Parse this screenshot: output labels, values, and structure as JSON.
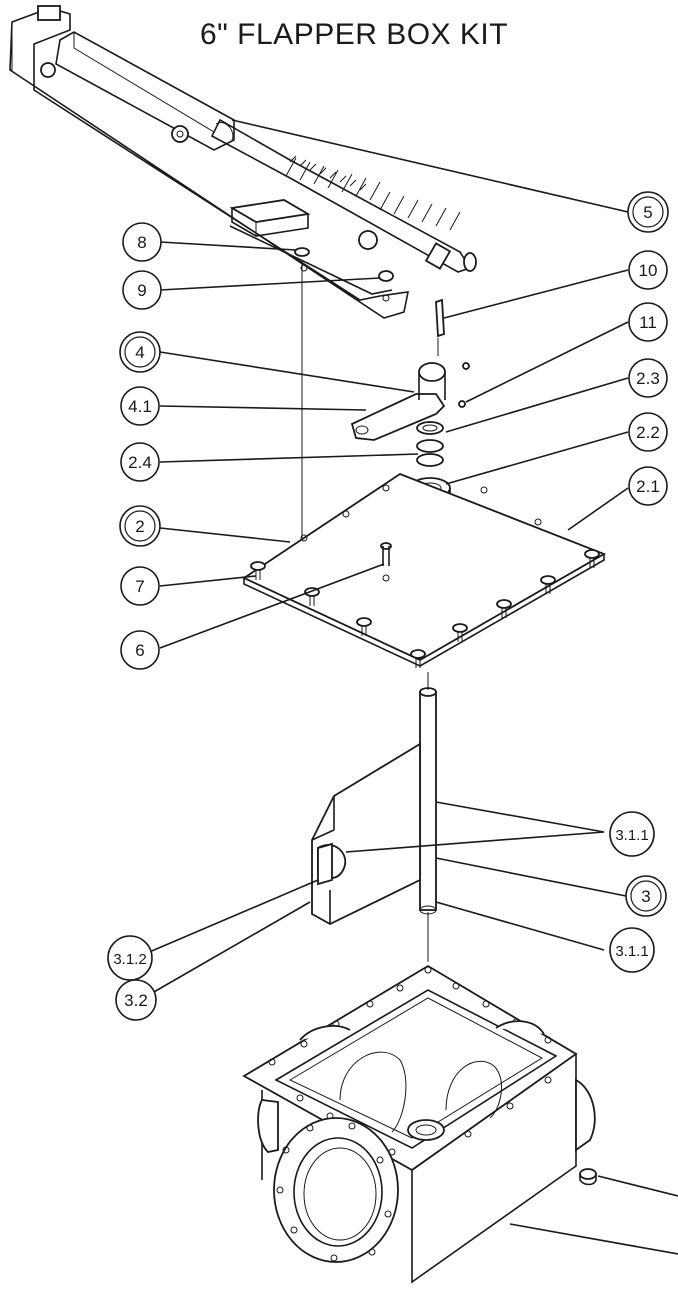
{
  "title": "6\" FLAPPER BOX KIT",
  "callouts": [
    {
      "id": "c5",
      "label": "5",
      "assembly": true
    },
    {
      "id": "c8",
      "label": "8",
      "assembly": false
    },
    {
      "id": "c9",
      "label": "9",
      "assembly": false
    },
    {
      "id": "c10",
      "label": "10",
      "assembly": false
    },
    {
      "id": "c11",
      "label": "11",
      "assembly": false
    },
    {
      "id": "c4",
      "label": "4",
      "assembly": true
    },
    {
      "id": "c41",
      "label": "4.1",
      "assembly": false
    },
    {
      "id": "c23",
      "label": "2.3",
      "assembly": false
    },
    {
      "id": "c22",
      "label": "2.2",
      "assembly": false
    },
    {
      "id": "c24",
      "label": "2.4",
      "assembly": false
    },
    {
      "id": "c21",
      "label": "2.1",
      "assembly": false
    },
    {
      "id": "c2",
      "label": "2",
      "assembly": true
    },
    {
      "id": "c7",
      "label": "7",
      "assembly": false
    },
    {
      "id": "c6",
      "label": "6",
      "assembly": false
    },
    {
      "id": "c311a",
      "label": "3.1.1",
      "assembly": false
    },
    {
      "id": "c3",
      "label": "3",
      "assembly": true
    },
    {
      "id": "c311b",
      "label": "3.1.1",
      "assembly": false
    },
    {
      "id": "c312",
      "label": "3.1.2",
      "assembly": false
    },
    {
      "id": "c32",
      "label": "3.2",
      "assembly": false
    }
  ]
}
